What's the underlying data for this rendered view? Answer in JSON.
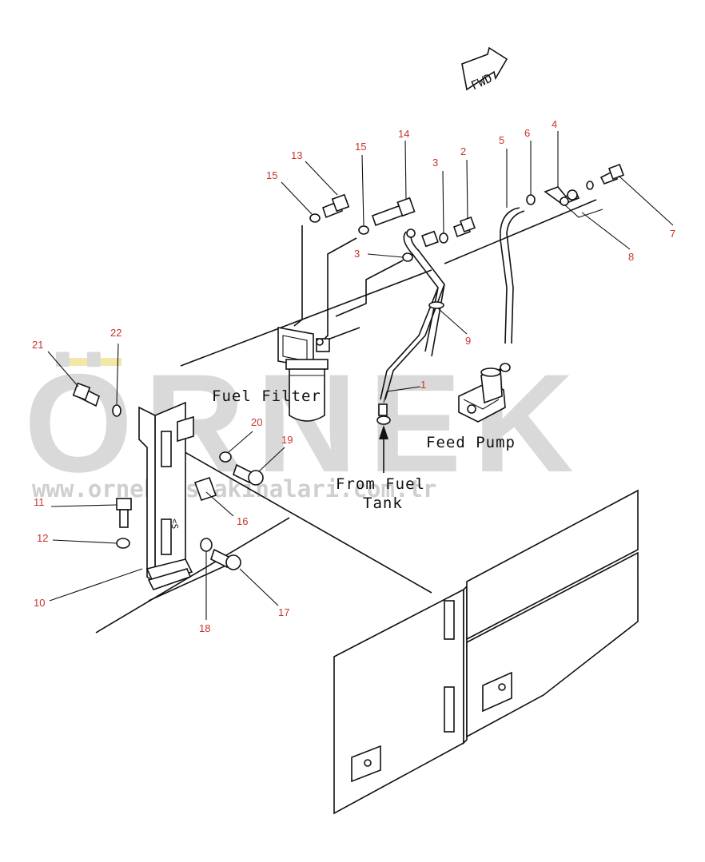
{
  "direction_tag": "FWD",
  "watermark": {
    "brand": "ÖRNEK",
    "url": "www.orneki smakinalari.com.tr"
  },
  "labels": {
    "fuel_filter": "Fuel Filter",
    "feed_pump": "Feed Pump",
    "from_fuel_1": "From Fuel",
    "from_fuel_2": "Tank"
  },
  "callouts": {
    "c1": "1",
    "c2": "2",
    "c3a": "3",
    "c3b": "3",
    "c4": "4",
    "c5": "5",
    "c6": "6",
    "c7": "7",
    "c8": "8",
    "c9": "9",
    "c10": "10",
    "c11": "11",
    "c12": "12",
    "c13": "13",
    "c14": "14",
    "c15a": "15",
    "c15b": "15",
    "c16": "16",
    "c17": "17",
    "c18": "18",
    "c19": "19",
    "c20": "20",
    "c21": "21",
    "c22": "22"
  },
  "colors": {
    "callout": "#c8342c",
    "line": "#111111",
    "watermark": "#d9d9d9",
    "watermark_accent": "#f3e7a8"
  }
}
